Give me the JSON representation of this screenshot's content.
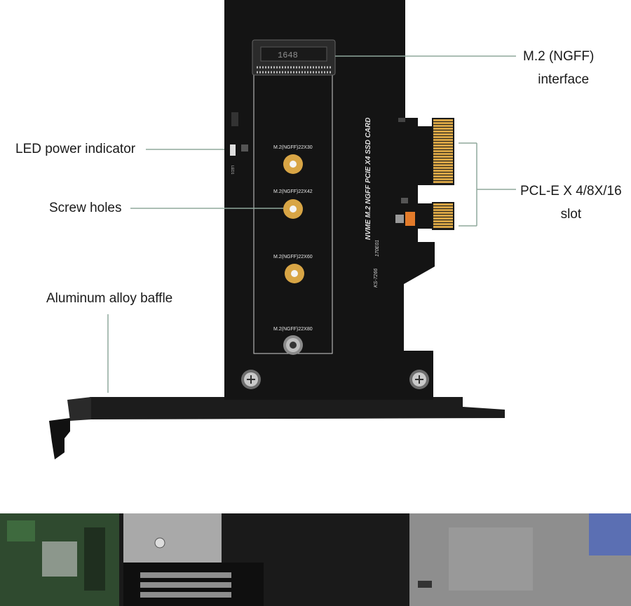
{
  "callouts": {
    "m2_interface": [
      "M.2 (NGFF)",
      "interface"
    ],
    "led": "LED power indicator",
    "screw_holes": "Screw holes",
    "baffle": "Aluminum alloy baffle",
    "pcie_slot": [
      "PCL-E X 4/8X/16",
      "slot"
    ]
  },
  "board_print": {
    "connector": "1648",
    "pos_2230": "M.2(NGFF)22X30",
    "pos_2242": "M.2(NGFF)22X42",
    "pos_2260": "M.2(NGFF)22X60",
    "pos_2280": "M.2(NGFF)22X80",
    "card_title": "NVME M.2 NGFF PCIE X4 SSD CARD",
    "model": "KS-7266",
    "code": "170E01",
    "led_ref": "LED1"
  },
  "colors": {
    "pcb": "#141414",
    "gold": "#d8a545",
    "leader": "#8fa89c",
    "bracket": "#1c1c1c"
  }
}
